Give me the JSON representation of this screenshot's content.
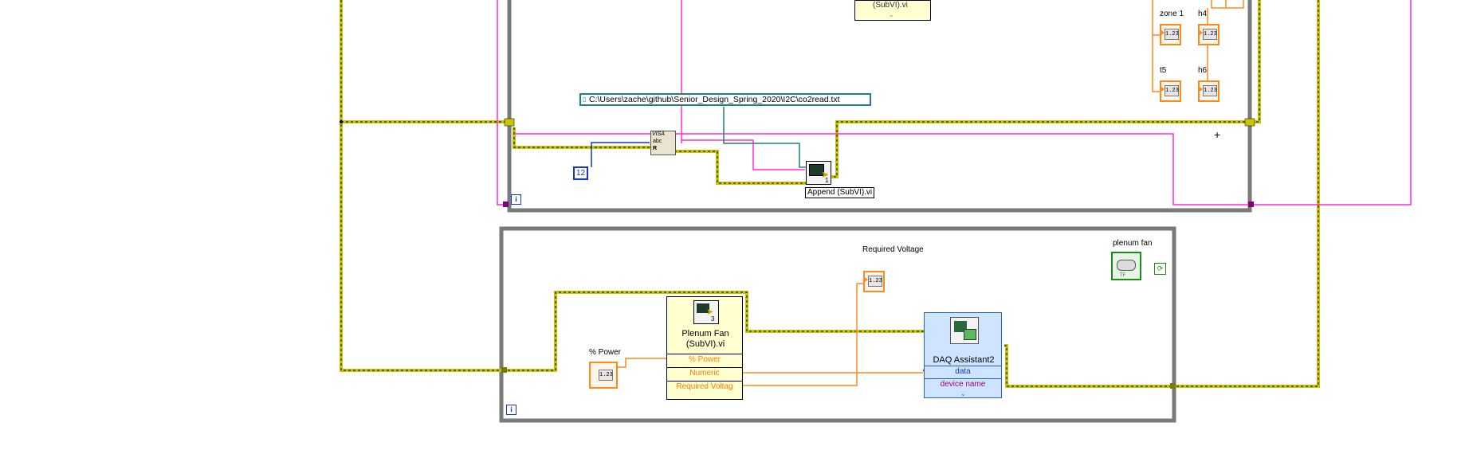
{
  "colors": {
    "boolean_wire": "#c9c400",
    "numeric_wire": "#ff8a1c",
    "string_wire": "#ff2ad7",
    "int_wire": "#1733cc",
    "path_wire": "#1f7f86",
    "loop_border": "#7a7a7a",
    "daq_blue": "#1d63d6"
  },
  "top_loop": {
    "path_constant": "C:\\Users\\zache\\github\\Senior_Design_Spring_2020\\I2C\\co2read.txt",
    "upper_subvi_caption": "(SubVI).vi",
    "visa_read_icon": "VISA",
    "visa_read_sub": "abc",
    "byte_count": "12",
    "append_label": "Append (SubVI).vi",
    "append_badge": "1",
    "indicators": [
      {
        "label": "zone 1",
        "value": "1.23"
      },
      {
        "label": "h4",
        "value": "1.23"
      },
      {
        "label": "t5",
        "value": "1.23"
      },
      {
        "label": "h6",
        "value": "1.23"
      }
    ],
    "iteration_terminal": "i",
    "cursor_glyph": "+"
  },
  "bottom_loop": {
    "required_voltage_label": "Required Voltage",
    "required_voltage_value": "1.23",
    "plenum_fan_label": "plenum fan",
    "power_label": "% Power",
    "power_value": "1.23",
    "plenum_subvi": {
      "title": "Plenum Fan",
      "subtitle": "(SubVI).vi",
      "badge": "3",
      "terminals": [
        "% Power",
        "Numeric",
        "Required Voltag"
      ]
    },
    "daq": {
      "title": "DAQ Assistant2",
      "terminals": [
        "data",
        "device name"
      ]
    },
    "iteration_terminal": "i"
  }
}
